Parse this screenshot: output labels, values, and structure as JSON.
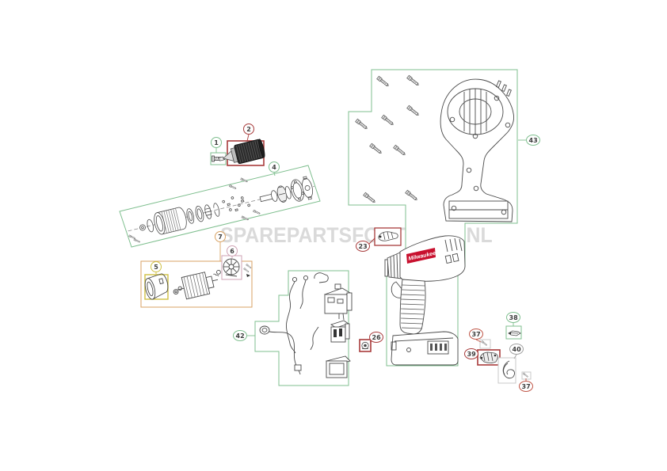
{
  "watermark": {
    "text": "SPAREPARTSFORTOOLS.NL",
    "color": "#dadada"
  },
  "drill": {
    "logo_text": "Milwaukee"
  },
  "colors": {
    "box_green": "#7fbf8f",
    "box_red": "#a83b3b",
    "box_yellow": "#cfc043",
    "box_orange": "#d8a263",
    "box_pink": "#cfa3b4",
    "box_redorange": "#bf5546",
    "box_gray": "#a0a0a0",
    "logo_red": "#c8102e",
    "line_art": "#4a4a4a"
  },
  "callouts": [
    {
      "num": "1",
      "color": "green"
    },
    {
      "num": "2",
      "color": "red"
    },
    {
      "num": "4",
      "color": "green"
    },
    {
      "num": "5",
      "color": "yellow"
    },
    {
      "num": "6",
      "color": "pink"
    },
    {
      "num": "7",
      "color": "orange"
    },
    {
      "num": "23",
      "color": "red"
    },
    {
      "num": "26",
      "color": "red"
    },
    {
      "num": "37",
      "color": "redorange"
    },
    {
      "num": "37",
      "color": "redorange"
    },
    {
      "num": "38",
      "color": "green"
    },
    {
      "num": "39",
      "color": "red"
    },
    {
      "num": "40",
      "color": "gray"
    },
    {
      "num": "42",
      "color": "green"
    },
    {
      "num": "43",
      "color": "green"
    }
  ]
}
